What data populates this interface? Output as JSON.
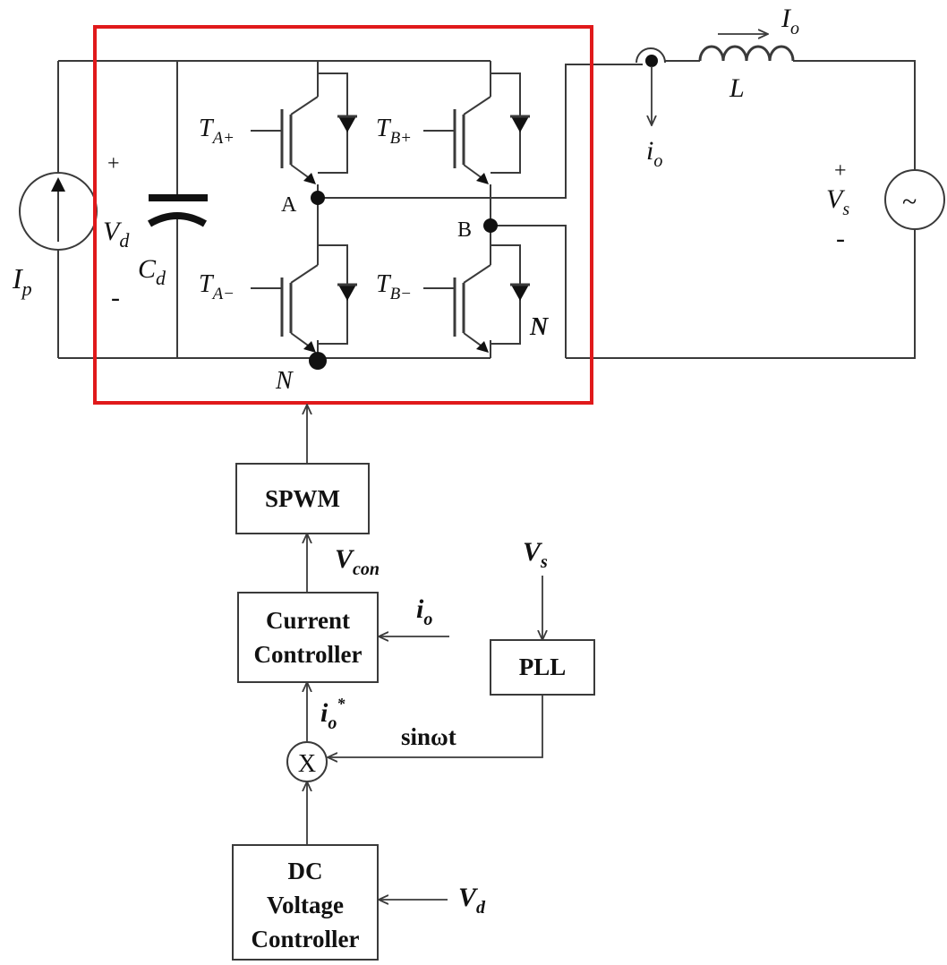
{
  "colors": {
    "converter_outline": "#e0191b",
    "wire": "#3a3a3a",
    "text": "#111111"
  },
  "circuit": {
    "sources": {
      "current_source": {
        "symbol": "I",
        "sub": "p",
        "icon": "arrow-up-in-circle"
      },
      "grid_source": {
        "symbol": "V",
        "sub": "s",
        "glyph": "~",
        "plus": "+",
        "minus": "-"
      }
    },
    "dc_link": {
      "voltage": {
        "symbol": "V",
        "sub": "d",
        "plus": "+",
        "minus": "-"
      },
      "capacitor": {
        "symbol": "C",
        "sub": "d"
      }
    },
    "switches": [
      {
        "symbol": "T",
        "sub": "A+"
      },
      {
        "symbol": "T",
        "sub": "B+"
      },
      {
        "symbol": "T",
        "sub": "A−"
      },
      {
        "symbol": "T",
        "sub": "B−"
      }
    ],
    "nodes": {
      "a": "A",
      "b": "B",
      "n_bottom": "N",
      "n_right": "N"
    },
    "output": {
      "inductor": {
        "symbol": "L"
      },
      "current": {
        "symbol": "I",
        "sub": "o"
      },
      "sensed_current": {
        "symbol": "i",
        "sub": "o"
      }
    }
  },
  "control": {
    "spwm": "SPWM",
    "current_controller": [
      "Current",
      "Controller"
    ],
    "pll": "PLL",
    "multiplier": "X",
    "dc_voltage_controller": [
      "DC",
      "Voltage",
      "Controller"
    ],
    "signals": {
      "vcon": {
        "symbol": "V",
        "sub": "con"
      },
      "io_feedback": {
        "symbol": "i",
        "sub": "o"
      },
      "vs_input": {
        "symbol": "V",
        "sub": "s"
      },
      "reference": {
        "symbol": "i",
        "sub": "o",
        "sup": "*"
      },
      "sin_ref": "sinωt",
      "vd_input": {
        "symbol": "V",
        "sub": "d"
      }
    }
  }
}
